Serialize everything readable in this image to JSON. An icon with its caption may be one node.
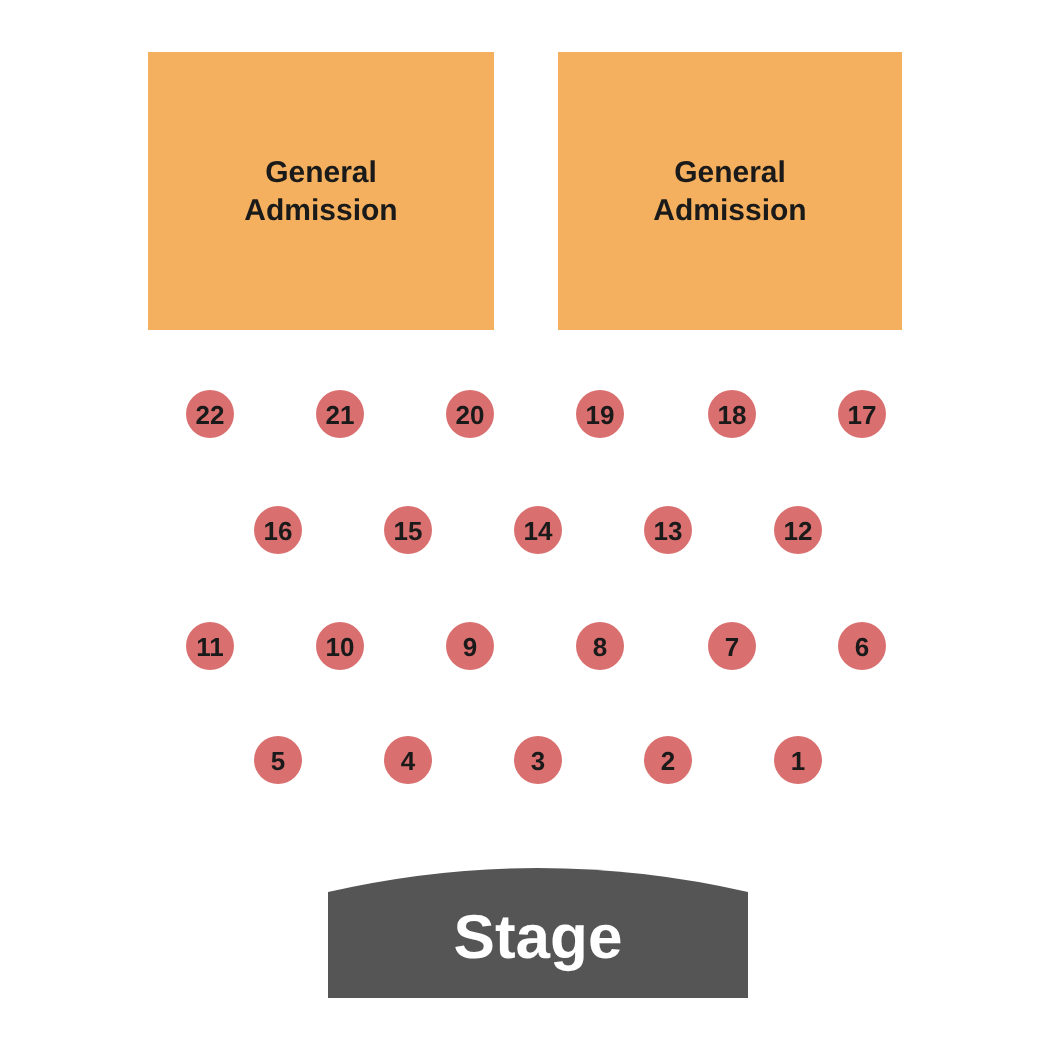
{
  "diagram": {
    "nodes": [
      {
        "text": [
          "General Admission"
        ]
      },
      {
        "text": [
          "General Admission"
        ]
      },
      {
        "text": [
          "22"
        ]
      },
      {
        "text": [
          "21"
        ]
      },
      {
        "text": [
          "20"
        ]
      },
      {
        "text": [
          "19"
        ]
      },
      {
        "text": [
          "18"
        ]
      },
      {
        "text": [
          "17"
        ]
      },
      {
        "text": [
          "16"
        ]
      },
      {
        "text": [
          "15"
        ]
      },
      {
        "text": [
          "14"
        ]
      },
      {
        "text": [
          "13"
        ]
      },
      {
        "text": [
          "12"
        ]
      },
      {
        "text": [
          "11"
        ]
      },
      {
        "text": [
          "10"
        ]
      },
      {
        "text": [
          "9"
        ]
      },
      {
        "text": [
          "8"
        ]
      },
      {
        "text": [
          "7"
        ]
      },
      {
        "text": [
          "6"
        ]
      },
      {
        "text": [
          "5"
        ]
      },
      {
        "text": [
          "4"
        ]
      },
      {
        "text": [
          "3"
        ]
      },
      {
        "text": [
          "2"
        ]
      },
      {
        "text": [
          "1"
        ]
      },
      {
        "text": [
          "Stage"
        ]
      }
    ]
  }
}
